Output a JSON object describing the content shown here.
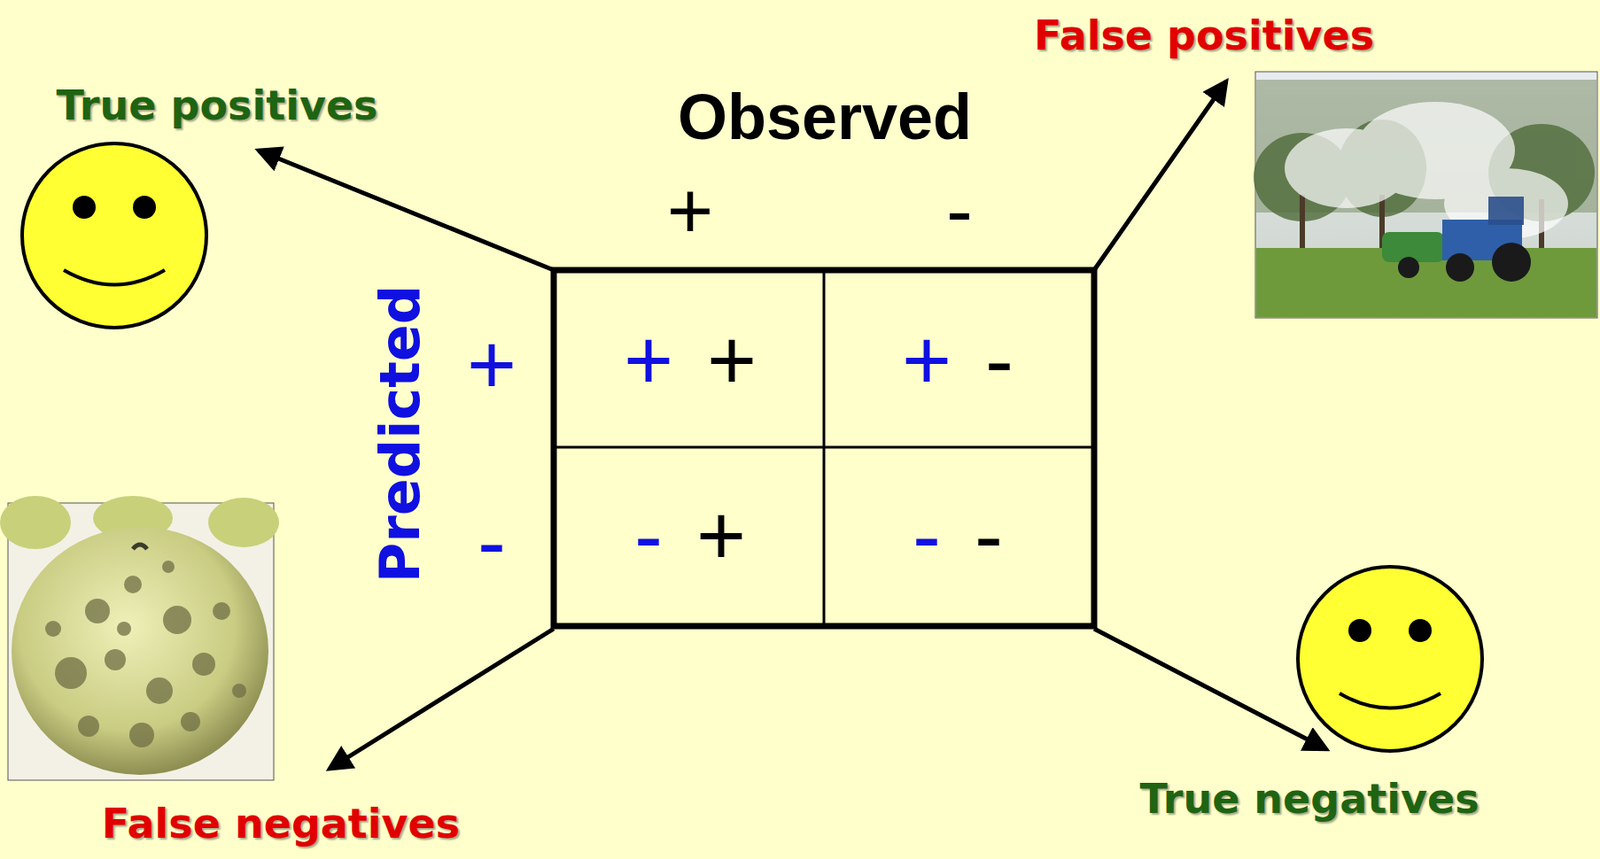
{
  "diagram": {
    "nodes": [
      {
        "text": [
          "+",
          "+"
        ]
      },
      {
        "text": [
          "+",
          "-"
        ]
      },
      {
        "text": [
          "-",
          "+"
        ]
      },
      {
        "text": [
          "-",
          "-"
        ]
      }
    ],
    "labels": [
      "True positives",
      "Observed",
      "False positives",
      "+",
      "-",
      "Predicted",
      "+",
      "-",
      "False negatives",
      "True negatives"
    ]
  }
}
